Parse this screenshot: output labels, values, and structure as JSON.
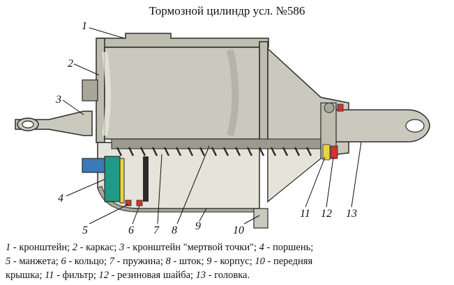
{
  "title": "Тормозной цилиндр усл. №586",
  "callouts": [
    "1",
    "2",
    "3",
    "4",
    "5",
    "6",
    "7",
    "8",
    "9",
    "10",
    "11",
    "12",
    "13"
  ],
  "legend": {
    "rows": [
      [
        {
          "num": "1",
          "text": " - кронштейн; "
        },
        {
          "num": "2",
          "text": " - каркас; "
        },
        {
          "num": "3",
          "text": " - кронштейн \"мертвой точки\"; "
        },
        {
          "num": "4",
          "text": " - поршень;"
        }
      ],
      [
        {
          "num": "5",
          "text": " - манжета; "
        },
        {
          "num": "6",
          "text": " - кольцо; "
        },
        {
          "num": "7",
          "text": " - пружина; "
        },
        {
          "num": "8",
          "text": " - шток; "
        },
        {
          "num": "9",
          "text": " - корпус; "
        },
        {
          "num": "10",
          "text": " - передняя"
        }
      ],
      [
        {
          "num": "",
          "text": " крышка; "
        },
        {
          "num": "11",
          "text": " - фильтр; "
        },
        {
          "num": "12",
          "text": " - резиновая шайба; "
        },
        {
          "num": "13",
          "text": " - головка."
        }
      ]
    ]
  },
  "colors": {
    "body": "#c9c9bd",
    "body_shade": "#a7a79a",
    "outline": "#2b2b2b",
    "interior": "#e4e4da",
    "piston_green": "#1f9a86",
    "piston_blue": "#3b79b9",
    "piston_yellow": "#e8d53a",
    "seal_red": "#d0342c"
  }
}
